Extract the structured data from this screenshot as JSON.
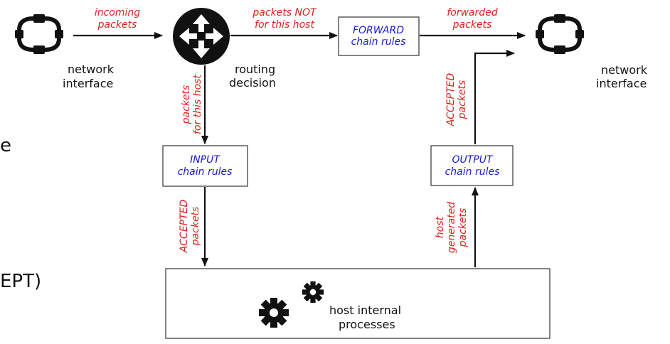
{
  "nodes": {
    "network_interface_left": [
      "network",
      "interface"
    ],
    "routing_decision": [
      "routing",
      "decision"
    ],
    "forward_chain": [
      "FORWARD",
      "chain rules"
    ],
    "network_interface_right": [
      "network",
      "interface"
    ],
    "input_chain": [
      "INPUT",
      "chain rules"
    ],
    "output_chain": [
      "OUTPUT",
      "chain rules"
    ],
    "host_processes": [
      "host internal",
      "processes"
    ]
  },
  "edges": {
    "incoming": [
      "incoming",
      "packets"
    ],
    "not_for_host": [
      "packets NOT",
      "for this host"
    ],
    "forwarded": [
      "forwarded",
      "packets"
    ],
    "for_host": [
      "packets",
      "for this host"
    ],
    "accepted_in": [
      "ACCEPTED",
      "packets"
    ],
    "accepted_out": [
      "ACCEPTED",
      "packets"
    ],
    "host_generated": [
      "host",
      "generated",
      "packets"
    ]
  },
  "cutoff_text": {
    "top": "e",
    "bottom": "EPT)"
  },
  "colors": {
    "edge_label": "#e0201b",
    "chain_label": "#1a1ad6",
    "node_fill": "#111111"
  }
}
